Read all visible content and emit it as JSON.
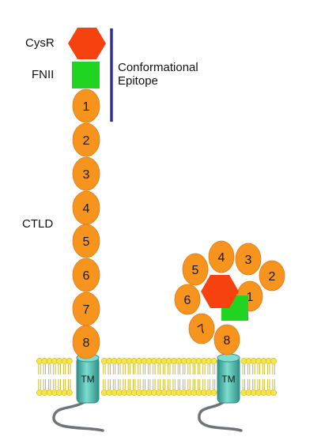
{
  "labels": {
    "cysr": "CysR",
    "fnii": "FNII",
    "conformational_epitope": [
      "Conformational",
      "Epitope"
    ],
    "ctld": "CTLD",
    "tm": "TM"
  },
  "ctld_numbers": [
    "1",
    "2",
    "3",
    "4",
    "5",
    "6",
    "7",
    "8"
  ],
  "colors": {
    "ctld_fill": "#F7941D",
    "ctld_stroke": "#E0791A",
    "cysr_fill": "#F5420F",
    "fnii_fill": "#22D422",
    "epitope_bar": "#2B2F9E",
    "membrane_head": "#F5E642",
    "membrane_head_stroke": "#C9B21C",
    "membrane_tail": "#C9B21C",
    "tm_fill": "#4FC4B5",
    "tm_dark": "#2E8F85",
    "tail_line": "#6E7479"
  }
}
